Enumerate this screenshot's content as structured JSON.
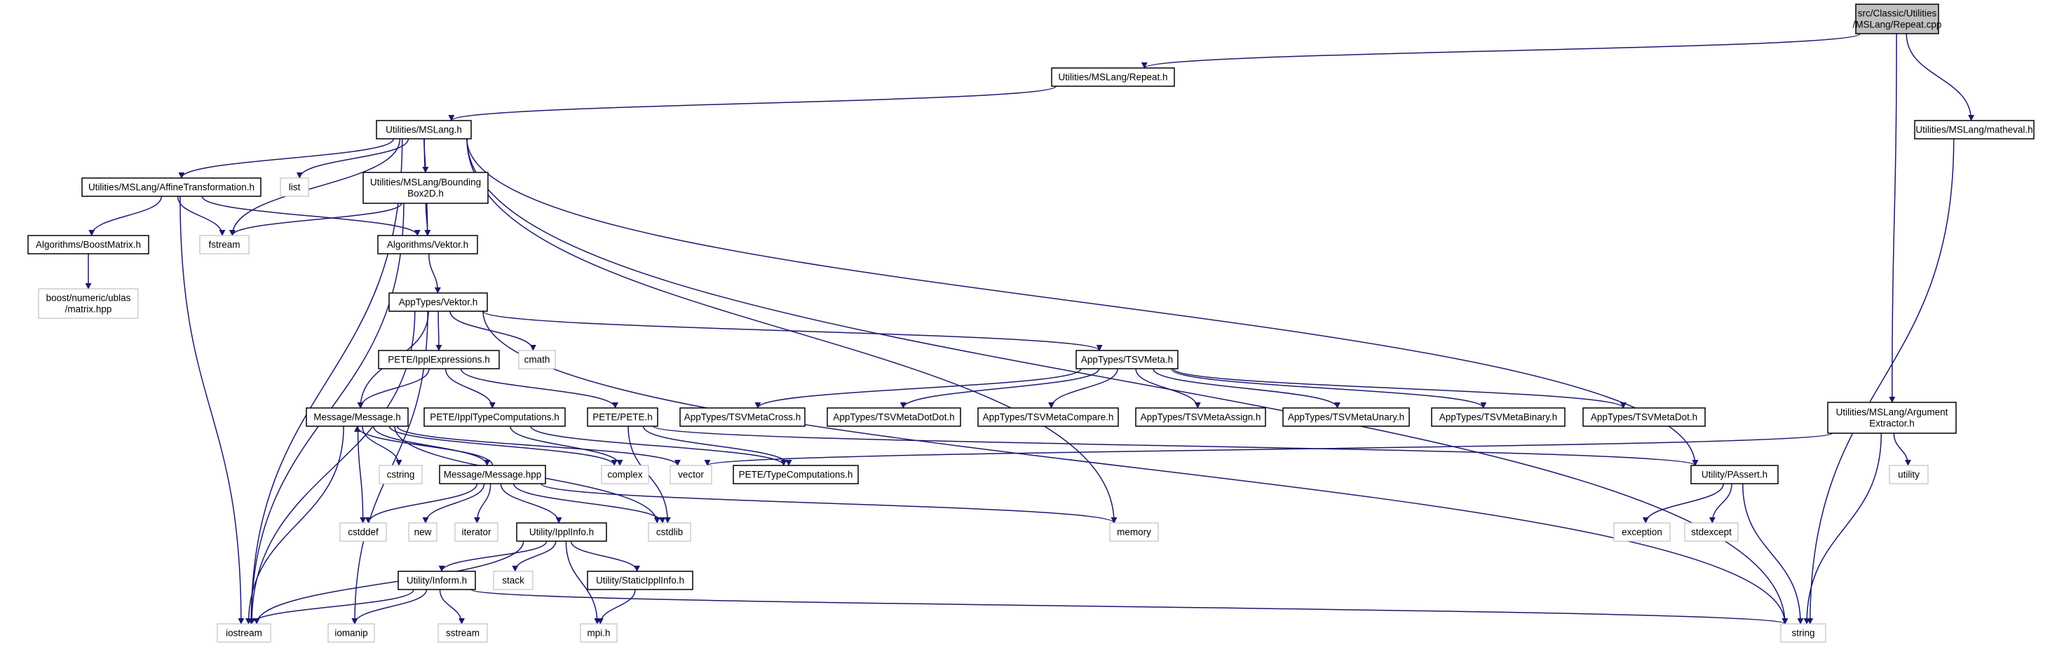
{
  "nodes": [
    {
      "id": "root",
      "lines": [
        "src/Classic/Utilities",
        "/MSLang/Repeat.cpp"
      ],
      "kind": "root"
    },
    {
      "id": "repeat_h",
      "lines": [
        "Utilities/MSLang/Repeat.h"
      ],
      "kind": "local"
    },
    {
      "id": "matheval_h",
      "lines": [
        "Utilities/MSLang/matheval.h"
      ],
      "kind": "local"
    },
    {
      "id": "mslang_h",
      "lines": [
        "Utilities/MSLang.h"
      ],
      "kind": "local"
    },
    {
      "id": "affine_h",
      "lines": [
        "Utilities/MSLang/AffineTransformation.h"
      ],
      "kind": "local"
    },
    {
      "id": "list",
      "lines": [
        "list"
      ],
      "kind": "system"
    },
    {
      "id": "bbox_h",
      "lines": [
        "Utilities/MSLang/Bounding",
        "Box2D.h"
      ],
      "kind": "local"
    },
    {
      "id": "boostmatrix_h",
      "lines": [
        "Algorithms/BoostMatrix.h"
      ],
      "kind": "local"
    },
    {
      "id": "fstream",
      "lines": [
        "fstream"
      ],
      "kind": "system"
    },
    {
      "id": "vektor_h",
      "lines": [
        "Algorithms/Vektor.h"
      ],
      "kind": "local"
    },
    {
      "id": "ublas",
      "lines": [
        "boost/numeric/ublas",
        "/matrix.hpp"
      ],
      "kind": "system"
    },
    {
      "id": "apptypes_vektor",
      "lines": [
        "AppTypes/Vektor.h"
      ],
      "kind": "local"
    },
    {
      "id": "cmath",
      "lines": [
        "cmath"
      ],
      "kind": "system"
    },
    {
      "id": "ipplexpr_h",
      "lines": [
        "PETE/IpplExpressions.h"
      ],
      "kind": "local"
    },
    {
      "id": "tsvmeta_h",
      "lines": [
        "AppTypes/TSVMeta.h"
      ],
      "kind": "local"
    },
    {
      "id": "message_h",
      "lines": [
        "Message/Message.h"
      ],
      "kind": "local"
    },
    {
      "id": "ippltypecomp_h",
      "lines": [
        "PETE/IpplTypeComputations.h"
      ],
      "kind": "local"
    },
    {
      "id": "pete_h",
      "lines": [
        "PETE/PETE.h"
      ],
      "kind": "local"
    },
    {
      "id": "tsv_cross",
      "lines": [
        "AppTypes/TSVMetaCross.h"
      ],
      "kind": "local"
    },
    {
      "id": "tsv_dotdot",
      "lines": [
        "AppTypes/TSVMetaDotDot.h"
      ],
      "kind": "local"
    },
    {
      "id": "tsv_compare",
      "lines": [
        "AppTypes/TSVMetaCompare.h"
      ],
      "kind": "local"
    },
    {
      "id": "tsv_assign",
      "lines": [
        "AppTypes/TSVMetaAssign.h"
      ],
      "kind": "local"
    },
    {
      "id": "tsv_unary",
      "lines": [
        "AppTypes/TSVMetaUnary.h"
      ],
      "kind": "local"
    },
    {
      "id": "tsv_binary",
      "lines": [
        "AppTypes/TSVMetaBinary.h"
      ],
      "kind": "local"
    },
    {
      "id": "tsv_dot",
      "lines": [
        "AppTypes/TSVMetaDot.h"
      ],
      "kind": "local"
    },
    {
      "id": "argext_h",
      "lines": [
        "Utilities/MSLang/Argument",
        "Extractor.h"
      ],
      "kind": "local"
    },
    {
      "id": "cstring",
      "lines": [
        "cstring"
      ],
      "kind": "system"
    },
    {
      "id": "message_hpp",
      "lines": [
        "Message/Message.hpp"
      ],
      "kind": "local"
    },
    {
      "id": "complex",
      "lines": [
        "complex"
      ],
      "kind": "system"
    },
    {
      "id": "vector",
      "lines": [
        "vector"
      ],
      "kind": "system"
    },
    {
      "id": "typecomp_h",
      "lines": [
        "PETE/TypeComputations.h"
      ],
      "kind": "local"
    },
    {
      "id": "passert_h",
      "lines": [
        "Utility/PAssert.h"
      ],
      "kind": "local"
    },
    {
      "id": "utility",
      "lines": [
        "utility"
      ],
      "kind": "system"
    },
    {
      "id": "cstddef",
      "lines": [
        "cstddef"
      ],
      "kind": "system"
    },
    {
      "id": "new",
      "lines": [
        "new"
      ],
      "kind": "system"
    },
    {
      "id": "iterator",
      "lines": [
        "iterator"
      ],
      "kind": "system"
    },
    {
      "id": "ipplinfo_h",
      "lines": [
        "Utility/IpplInfo.h"
      ],
      "kind": "local"
    },
    {
      "id": "cstdlib",
      "lines": [
        "cstdlib"
      ],
      "kind": "system"
    },
    {
      "id": "memory",
      "lines": [
        "memory"
      ],
      "kind": "system"
    },
    {
      "id": "exception",
      "lines": [
        "exception"
      ],
      "kind": "system"
    },
    {
      "id": "stdexcept",
      "lines": [
        "stdexcept"
      ],
      "kind": "system"
    },
    {
      "id": "inform_h",
      "lines": [
        "Utility/Inform.h"
      ],
      "kind": "local"
    },
    {
      "id": "stack",
      "lines": [
        "stack"
      ],
      "kind": "system"
    },
    {
      "id": "staticippl_h",
      "lines": [
        "Utility/StaticIpplInfo.h"
      ],
      "kind": "local"
    },
    {
      "id": "iostream",
      "lines": [
        "iostream"
      ],
      "kind": "system"
    },
    {
      "id": "iomanip",
      "lines": [
        "iomanip"
      ],
      "kind": "system"
    },
    {
      "id": "sstream",
      "lines": [
        "sstream"
      ],
      "kind": "system"
    },
    {
      "id": "mpi_h",
      "lines": [
        "mpi.h"
      ],
      "kind": "system"
    },
    {
      "id": "string",
      "lines": [
        "string"
      ],
      "kind": "system"
    }
  ],
  "edges": [
    [
      "root",
      "repeat_h"
    ],
    [
      "root",
      "matheval_h"
    ],
    [
      "root",
      "argext_h"
    ],
    [
      "repeat_h",
      "mslang_h"
    ],
    [
      "mslang_h",
      "affine_h"
    ],
    [
      "mslang_h",
      "list"
    ],
    [
      "mslang_h",
      "bbox_h"
    ],
    [
      "mslang_h",
      "fstream"
    ],
    [
      "mslang_h",
      "vektor_h"
    ],
    [
      "mslang_h",
      "string"
    ],
    [
      "mslang_h",
      "iostream"
    ],
    [
      "mslang_h",
      "memory"
    ],
    [
      "mslang_h",
      "passert_h"
    ],
    [
      "affine_h",
      "boostmatrix_h"
    ],
    [
      "affine_h",
      "fstream"
    ],
    [
      "affine_h",
      "vektor_h"
    ],
    [
      "affine_h",
      "iostream"
    ],
    [
      "bbox_h",
      "fstream"
    ],
    [
      "bbox_h",
      "vektor_h"
    ],
    [
      "bbox_h",
      "iostream"
    ],
    [
      "boostmatrix_h",
      "ublas"
    ],
    [
      "vektor_h",
      "apptypes_vektor"
    ],
    [
      "apptypes_vektor",
      "cmath"
    ],
    [
      "apptypes_vektor",
      "ipplexpr_h"
    ],
    [
      "apptypes_vektor",
      "tsvmeta_h"
    ],
    [
      "apptypes_vektor",
      "message_h"
    ],
    [
      "apptypes_vektor",
      "iostream"
    ],
    [
      "apptypes_vektor",
      "iomanip"
    ],
    [
      "apptypes_vektor",
      "string"
    ],
    [
      "ipplexpr_h",
      "message_h"
    ],
    [
      "ipplexpr_h",
      "ippltypecomp_h"
    ],
    [
      "ipplexpr_h",
      "pete_h"
    ],
    [
      "tsvmeta_h",
      "tsv_cross"
    ],
    [
      "tsvmeta_h",
      "tsv_dotdot"
    ],
    [
      "tsvmeta_h",
      "tsv_compare"
    ],
    [
      "tsvmeta_h",
      "tsv_assign"
    ],
    [
      "tsvmeta_h",
      "tsv_unary"
    ],
    [
      "tsvmeta_h",
      "tsv_binary"
    ],
    [
      "tsvmeta_h",
      "tsv_dot"
    ],
    [
      "message_h",
      "cstring"
    ],
    [
      "message_h",
      "message_hpp"
    ],
    [
      "message_h",
      "complex"
    ],
    [
      "message_h",
      "cstddef"
    ],
    [
      "message_h",
      "cstdlib"
    ],
    [
      "message_h",
      "iostream"
    ],
    [
      "message_h",
      "vector"
    ],
    [
      "message_hpp",
      "message_h"
    ],
    [
      "message_hpp",
      "cstddef"
    ],
    [
      "message_hpp",
      "new"
    ],
    [
      "message_hpp",
      "iterator"
    ],
    [
      "message_hpp",
      "ipplinfo_h"
    ],
    [
      "message_hpp",
      "cstdlib"
    ],
    [
      "message_hpp",
      "memory"
    ],
    [
      "ippltypecomp_h",
      "complex"
    ],
    [
      "ippltypecomp_h",
      "typecomp_h"
    ],
    [
      "pete_h",
      "typecomp_h"
    ],
    [
      "pete_h",
      "cstdlib"
    ],
    [
      "pete_h",
      "passert_h"
    ],
    [
      "argext_h",
      "string"
    ],
    [
      "argext_h",
      "utility"
    ],
    [
      "argext_h",
      "vector"
    ],
    [
      "matheval_h",
      "string"
    ],
    [
      "passert_h",
      "exception"
    ],
    [
      "passert_h",
      "stdexcept"
    ],
    [
      "passert_h",
      "string"
    ],
    [
      "ipplinfo_h",
      "inform_h"
    ],
    [
      "ipplinfo_h",
      "stack"
    ],
    [
      "ipplinfo_h",
      "staticippl_h"
    ],
    [
      "ipplinfo_h",
      "iostream"
    ],
    [
      "ipplinfo_h",
      "mpi_h"
    ],
    [
      "inform_h",
      "iostream"
    ],
    [
      "inform_h",
      "iomanip"
    ],
    [
      "inform_h",
      "sstream"
    ],
    [
      "inform_h",
      "string"
    ],
    [
      "staticippl_h",
      "mpi_h"
    ]
  ]
}
